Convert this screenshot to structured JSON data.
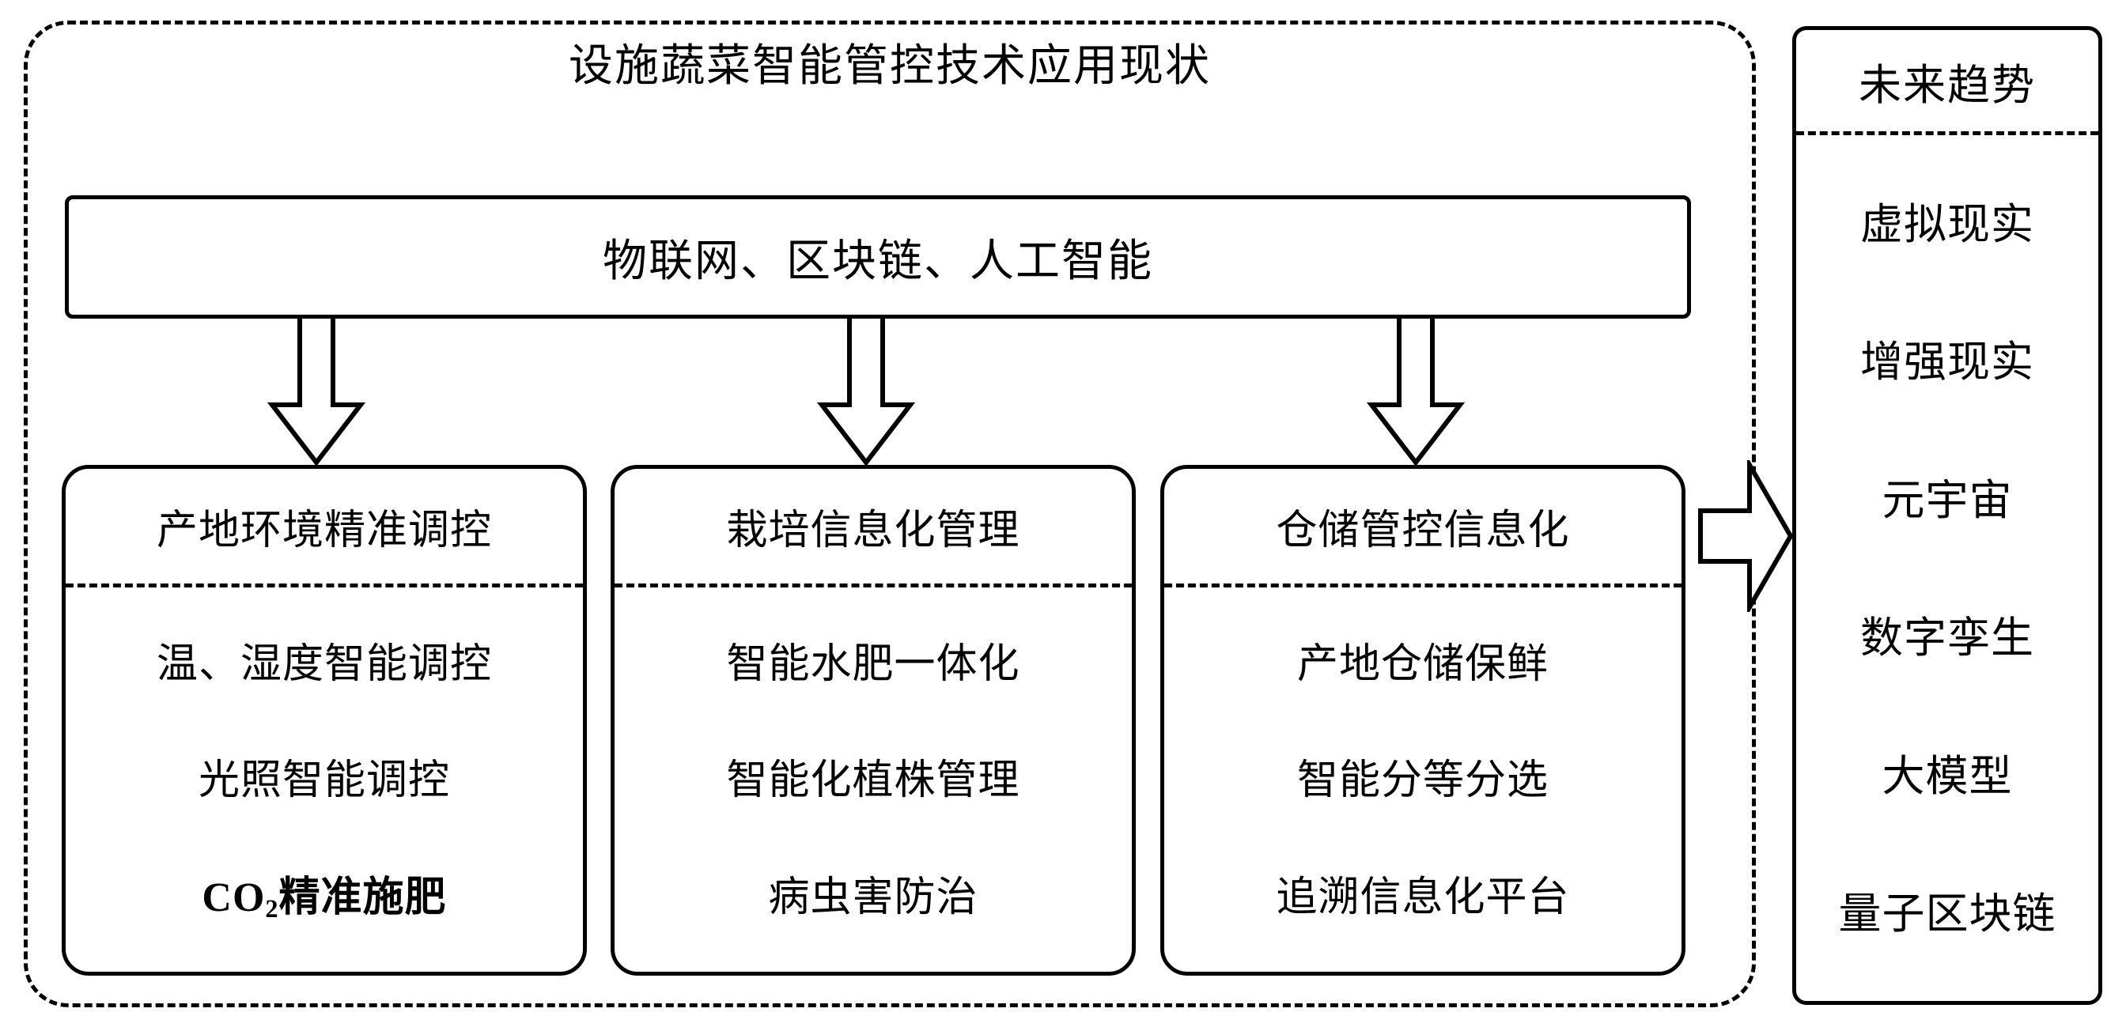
{
  "diagram": {
    "title": "设施蔬菜智能管控技术应用现状",
    "banner": "物联网、区块链、人工智能",
    "arrows": {
      "down_arrow_icon": "down-block-arrow",
      "right_arrow_icon": "right-block-arrow"
    },
    "columns": [
      {
        "header": "产地环境精准调控",
        "items": [
          {
            "text": "温、湿度智能调控",
            "style": "normal"
          },
          {
            "text": "光照智能调控",
            "style": "normal"
          },
          {
            "text": "CO",
            "sub": "2",
            "tail": "精准施肥",
            "style": "bold-chem"
          }
        ]
      },
      {
        "header": "栽培信息化管理",
        "items": [
          {
            "text": "智能水肥一体化",
            "style": "normal"
          },
          {
            "text": "智能化植株管理",
            "style": "normal"
          },
          {
            "text": "病虫害防治",
            "style": "normal"
          }
        ]
      },
      {
        "header": "仓储管控信息化",
        "items": [
          {
            "text": "产地仓储保鲜",
            "style": "normal"
          },
          {
            "text": "智能分等分选",
            "style": "normal"
          },
          {
            "text": "追溯信息化平台",
            "style": "normal"
          }
        ]
      }
    ],
    "trends": {
      "header": "未来趋势",
      "items": [
        "虚拟现实",
        "增强现实",
        "元宇宙",
        "数字孪生",
        "大模型",
        "量子区块链"
      ]
    },
    "colors": {
      "stroke": "#000000",
      "background": "#ffffff"
    }
  }
}
